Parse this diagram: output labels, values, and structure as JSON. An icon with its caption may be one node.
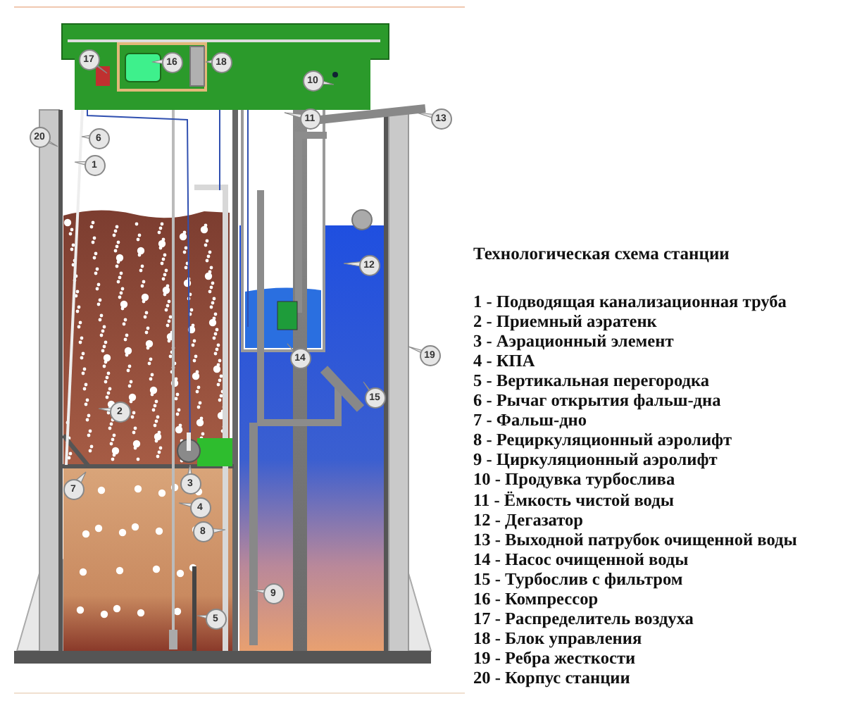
{
  "diagram": {
    "title": "Технологическая схема станции",
    "labels": [
      "17",
      "16",
      "18",
      "10",
      "11",
      "13",
      "20",
      "6",
      "1",
      "12",
      "14",
      "19",
      "15",
      "2",
      "3",
      "7",
      "4",
      "8",
      "9",
      "5",
      "1 - Подводящая канализационная труба",
      "2 - Приемный аэратенк",
      "3 - Аэрационный элемент",
      "4 - КПА",
      "5 - Вертикальная перегородка",
      "6 - Рычаг открытия фальш-дна",
      "7 - Фальш-дно",
      "8 - Рециркуляционный аэролифт",
      "9 - Циркуляционный аэролифт",
      "10 - Продувка турбослива",
      "11 - Ёмкость чистой воды",
      "12 - Дегазатор",
      "13 - Выходной патрубок очищенной воды",
      "14 - Насос очищенной воды",
      "15 - Турбослив с фильтром",
      "16 - Компрессор",
      "17 - Распределитель воздуха",
      "18 - Блок управления",
      "19 - Ребра жесткости",
      "20 - Корпус станции"
    ]
  }
}
